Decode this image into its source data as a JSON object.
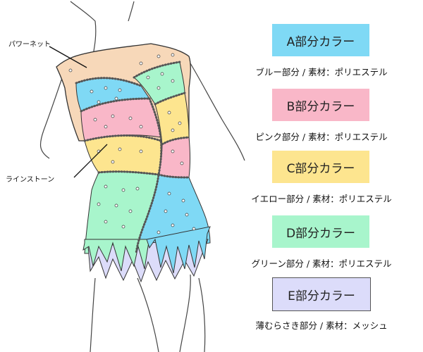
{
  "callouts": {
    "power_net": "パワーネット",
    "rhinestone": "ラインストーン"
  },
  "parts": [
    {
      "label": "A部分カラー",
      "description": "ブルー部分 / 素材：ポリエステル",
      "color": "#7fd9f5"
    },
    {
      "label": "B部分カラー",
      "description": "ピンク部分 / 素材：ポリエステル",
      "color": "#f9b7c8"
    },
    {
      "label": "C部分カラー",
      "description": "イエロー部分 / 素材：ポリエステル",
      "color": "#fde58f"
    },
    {
      "label": "D部分カラー",
      "description": "グリーン部分 / 素材：ポリエステル",
      "color": "#a8f5cc"
    },
    {
      "label": "E部分カラー",
      "description": "薄むらさき部分 / 素材：メッシュ",
      "color": "#dcdcfa"
    }
  ],
  "colors": {
    "power_net": "#f7d8b9",
    "outline": "#333333",
    "rhinestone_dot": "#ffffff"
  }
}
